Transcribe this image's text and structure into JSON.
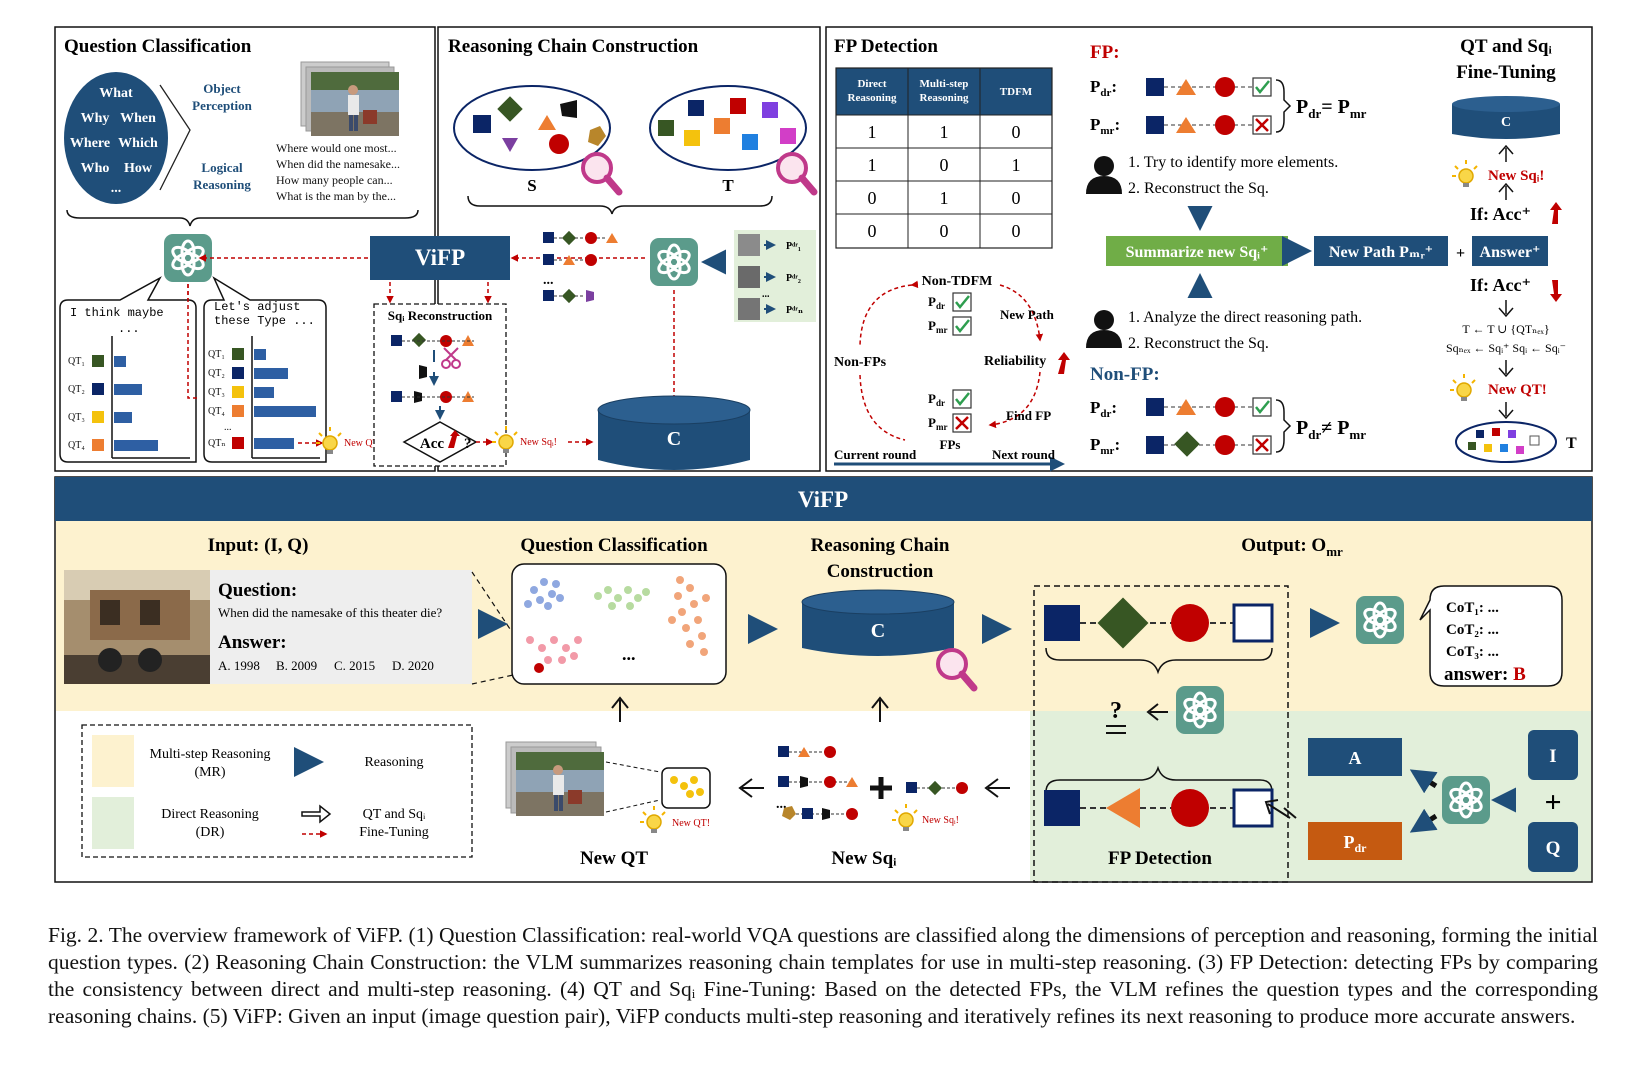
{
  "colors": {
    "navy": "#1f4e79",
    "dark_navy": "#0b2566",
    "green_bar": "#70ad47",
    "orange": "#ed7d31",
    "red": "#c00000",
    "dark_green": "#375623",
    "cream": "#fdf2cf",
    "mint": "#e2efda",
    "teal": "#5b9b8b"
  },
  "icons": [
    "chatgpt-logo-icon",
    "magnifier-icon",
    "database-cylinder-icon",
    "person-icon",
    "lightbulb-icon",
    "check-icon",
    "cross-icon",
    "scissors-icon",
    "arrow-icon"
  ],
  "qc": {
    "title": "Question Classification",
    "ellipse_words": [
      "What",
      "Why",
      "When",
      "Where",
      "Which",
      "Who",
      "How",
      "..."
    ],
    "object_perception": [
      "Object",
      "Perception"
    ],
    "logical_reasoning": [
      "Logical",
      "Reasoning"
    ],
    "questions": [
      "Where would one most...",
      "When did the namesake...",
      "How many people can...",
      "What is the man by the..."
    ],
    "bubble1": [
      "I think maybe",
      "..."
    ],
    "bubble2": [
      "Let's adjust",
      "these Type ..."
    ],
    "qt_labels": [
      "QT₁",
      "QT₂",
      "QT₃",
      "QT₄"
    ],
    "qt_labels2": [
      "QT₁",
      "QT₂",
      "QT₃",
      "QT₄",
      "...",
      "QTₙ"
    ],
    "new_qt": "New QT!"
  },
  "rcc": {
    "title": "Reasoning Chain Construction",
    "s_label": "S",
    "t_label": "T",
    "vifp": "ViFP",
    "sq_recon": "Sqᵢ Reconstruction",
    "acc": "Acc",
    "acc_q": "?",
    "new_sq": "New Sqᵢ!",
    "c_label": "C",
    "p_labels": [
      "Pᵈʳ₁",
      "Pᵈʳ₂",
      "...",
      "Pᵈʳₙ"
    ],
    "dots": "..."
  },
  "fpd": {
    "title": "FP Detection",
    "headers": [
      [
        "Direct",
        "Reasoning"
      ],
      [
        "Multi-step",
        "Reasoning"
      ],
      [
        "TDFM"
      ]
    ],
    "rows": [
      [
        "1",
        "1",
        "0"
      ],
      [
        "1",
        "0",
        "1"
      ],
      [
        "0",
        "1",
        "0"
      ],
      [
        "0",
        "0",
        "0"
      ]
    ],
    "non_tdfm": "Non-TDFM",
    "new_path": "New Path",
    "non_fps": "Non-FPs",
    "reliability": "Reliability",
    "find_fp": "Find FP",
    "fps": "FPs",
    "current_round": "Current round",
    "next_round": "Next round",
    "pdr": "P",
    "pdr_sub": "dr",
    "pmr_sub": "mr",
    "fp_label": "FP:",
    "nonfp_label": "Non-FP:",
    "eq": "= P",
    "neq": "≠ P",
    "step1a": "1. Try to identify more elements.",
    "step1b": "2. Reconstruct the Sq.",
    "step2a": "1. Analyze the direct reasoning path.",
    "step2b": "2. Reconstruct the Sq.",
    "summarize": "Summarize new Sqᵢ⁺",
    "new_path_box": "New Path Pₘᵣ⁺",
    "plus": "+",
    "answer_box": "Answer⁺"
  },
  "qtft": {
    "title1": "QT and Sqᵢ",
    "title2": "Fine-Tuning",
    "c_label": "C",
    "new_sq": "New Sqᵢ!",
    "if_acc_up": "If: Acc⁺",
    "if_acc_down": "If: Acc⁺",
    "update1": "T ← T ∪ {QTₙₑₓ}",
    "update2": "Sqₙₑₓ ← Sqᵢ⁺  Sqᵢ ← Sqᵢ⁻",
    "new_qt": "New QT!",
    "t_label": "T"
  },
  "vifp": {
    "title": "ViFP",
    "input_label": "Input: (I, Q)",
    "question_label": "Question:",
    "question_text": "When did the namesake of this theater die?",
    "answer_label": "Answer:",
    "options": [
      "A. 1998",
      "B. 2009",
      "C. 2015",
      "D. 2020"
    ],
    "qc_label": "Question Classification",
    "rcc_label1": "Reasoning Chain",
    "rcc_label2": "Construction",
    "output_label": "Output: O",
    "output_sub": "mr",
    "c_label": "C",
    "cot": [
      "CoT₁: ...",
      "CoT₂: ...",
      "CoT₃: ..."
    ],
    "answer_text": "answer: ",
    "answer_value": "B",
    "dots": "...",
    "new_qt_label": "New QT",
    "new_sq_label": "New Sqᵢ",
    "new_qt_bang": "New QT!",
    "new_sq_bang": "New Sqᵢ!",
    "fp_detection": "FP Detection",
    "a_box": "A",
    "pdr_box": "P",
    "pdr_sub": "dr",
    "i_box": "I",
    "q_box": "Q",
    "q_plus": "+",
    "legend": {
      "mr": [
        "Multi-step Reasoning",
        "(MR)"
      ],
      "dr": [
        "Direct Reasoning",
        "(DR)"
      ],
      "reasoning": "Reasoning",
      "ft": [
        "QT and Sqᵢ",
        "Fine-Tuning"
      ]
    }
  },
  "caption": "Fig. 2.  The overview framework of ViFP. (1) Question Classification: real-world VQA questions are classified along the dimensions of perception and reasoning, forming the initial question types. (2) Reasoning Chain Construction: the VLM summarizes reasoning chain templates for use in multi-step reasoning. (3) FP Detection: detecting FPs by comparing the consistency between direct and multi-step reasoning. (4) QT and Sqᵢ Fine-Tuning: Based on the detected FPs, the VLM refines the question types and the corresponding reasoning chains. (5) ViFP: Given an input (image question pair), ViFP conducts multi-step reasoning and iteratively refines its next reasoning to produce more accurate answers."
}
